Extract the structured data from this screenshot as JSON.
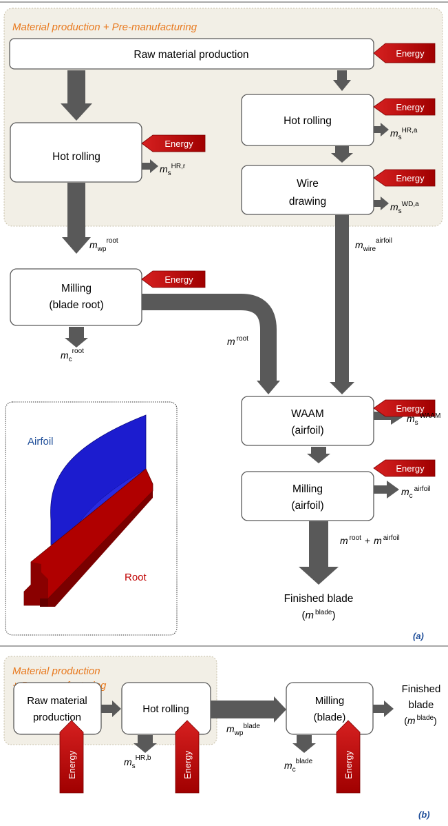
{
  "colors": {
    "flow": "#595959",
    "energy_fill": "#C00000",
    "panel": "#F2EFE6",
    "panel_label": "#E8791E",
    "airfoil": "#1A1AC8",
    "root": "#B00000"
  },
  "panel_a": {
    "region_label": "Material production + Pre-manufacturing",
    "raw_material": "Raw material production",
    "hot_rolling_root": "Hot rolling",
    "hot_rolling_airfoil": "Hot rolling",
    "wire_drawing": [
      "Wire",
      "drawing"
    ],
    "milling_root": [
      "Milling",
      "(blade root)"
    ],
    "waam": [
      "WAAM",
      "(airfoil)"
    ],
    "milling_airfoil": [
      "Milling",
      "(airfoil)"
    ],
    "energy": "Energy",
    "m": "m",
    "plus": "+",
    "sym": {
      "s_hr_r": {
        "base": "m",
        "sub": "s",
        "sup": "HR,r"
      },
      "s_hr_a": {
        "base": "m",
        "sub": "s",
        "sup": "HR,a"
      },
      "s_wd_a": {
        "base": "m",
        "sub": "s",
        "sup": "WD,a"
      },
      "wp_root": {
        "base": "m",
        "sub": "wp",
        "sup": "root"
      },
      "wire_airfoil": {
        "base": "m",
        "sub": "wire",
        "sup": "airfoil"
      },
      "c_root": {
        "base": "m",
        "sub": "c",
        "sup": "root"
      },
      "root": {
        "base": "m",
        "sup": "root"
      },
      "s_waam": {
        "base": "m",
        "sub": "s",
        "sup": "WAAM"
      },
      "c_airfoil": {
        "base": "m",
        "sub": "c",
        "sup": "airfoil"
      },
      "root_sup": "root",
      "airfoil_sup": "airfoil",
      "blade_sup": "blade"
    },
    "finished": "Finished blade",
    "finished_paren_open": "(",
    "finished_paren_close": ")",
    "inset_airfoil": "Airfoil",
    "inset_root": "Root",
    "panel_tag": "(a)"
  },
  "panel_b": {
    "region_label_1": "Material production",
    "region_label_2": "+ Pre-manufacturing",
    "raw_material": [
      "Raw material",
      "production"
    ],
    "hot_rolling": "Hot rolling",
    "milling": [
      "Milling",
      "(blade)"
    ],
    "energy": "Energy",
    "sym": {
      "wp_blade": {
        "base": "m",
        "sub": "wp",
        "sup": "blade"
      },
      "s_hr_b": {
        "base": "m",
        "sub": "s",
        "sup": "HR,b"
      },
      "c_blade": {
        "base": "m",
        "sub": "c",
        "sup": "blade"
      },
      "blade_sup": "blade"
    },
    "finished_1": "Finished",
    "finished_2": "blade",
    "finished_paren_open": "(",
    "finished_paren_close": ")",
    "panel_tag": "(b)"
  }
}
